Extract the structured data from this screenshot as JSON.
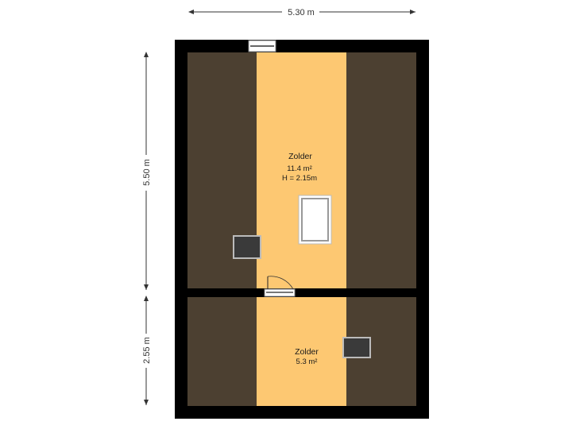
{
  "dimensions": {
    "width_total": "5.30 m",
    "height_upper": "5.50 m",
    "height_lower": "2.55 m"
  },
  "rooms": [
    {
      "name": "Zolder",
      "area": "11.4 m²",
      "height": "H = 2.15m"
    },
    {
      "name": "Zolder",
      "area": "5.3 m²"
    }
  ],
  "colors": {
    "wall": "#000000",
    "floor_usable": "#fdc872",
    "floor_sloped": "#4c4031",
    "background": "#ffffff"
  }
}
